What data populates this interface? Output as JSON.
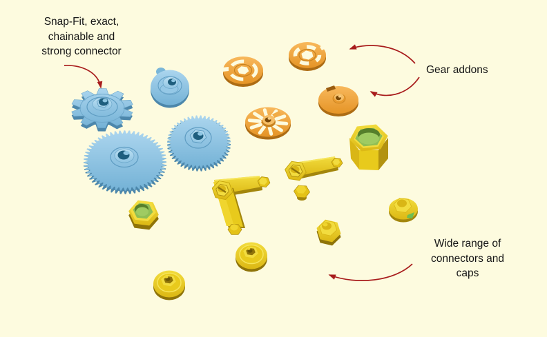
{
  "scene": {
    "background_color": "#FDFBDF",
    "arrow_color": "#A81C1C",
    "text_color": "#141414"
  },
  "palette": {
    "blue": "#85BFE0",
    "blue_dark": "#4C87AB",
    "orange": "#F2A53E",
    "orange_dark": "#AD6C14",
    "yellow": "#E8CA1C",
    "yellow_dark": "#A3860C",
    "green": "#8FBE55"
  },
  "annotations": {
    "snap_fit_label": {
      "lines": [
        "Snap-Fit, exact,",
        "chainable and",
        "strong connector"
      ]
    },
    "gear_addons_label": {
      "text": "Gear addons"
    },
    "connectors_label": {
      "lines": [
        "Wide range of",
        "connectors and",
        "caps"
      ]
    }
  },
  "parts": [
    {
      "id": "snap-fit-gear",
      "color": "blue"
    },
    {
      "id": "gear-with-pin",
      "color": "blue"
    },
    {
      "id": "large-gear",
      "color": "blue"
    },
    {
      "id": "medium-gear",
      "color": "blue"
    },
    {
      "id": "slotted-ring-addon",
      "color": "orange"
    },
    {
      "id": "hex-slot-ring-addon",
      "color": "orange"
    },
    {
      "id": "radial-slot-addon",
      "color": "orange"
    },
    {
      "id": "hub-disc-addon",
      "color": "orange"
    },
    {
      "id": "hex-socket-small",
      "color": "yellow"
    },
    {
      "id": "hex-socket-large",
      "color": "yellow"
    },
    {
      "id": "elbow-connector-left",
      "color": "yellow"
    },
    {
      "id": "elbow-connector-right",
      "color": "yellow"
    },
    {
      "id": "hex-nut",
      "color": "yellow"
    },
    {
      "id": "marked-cap",
      "color": "yellow"
    },
    {
      "id": "round-cap-center",
      "color": "yellow"
    },
    {
      "id": "round-cap-left",
      "color": "yellow"
    }
  ]
}
